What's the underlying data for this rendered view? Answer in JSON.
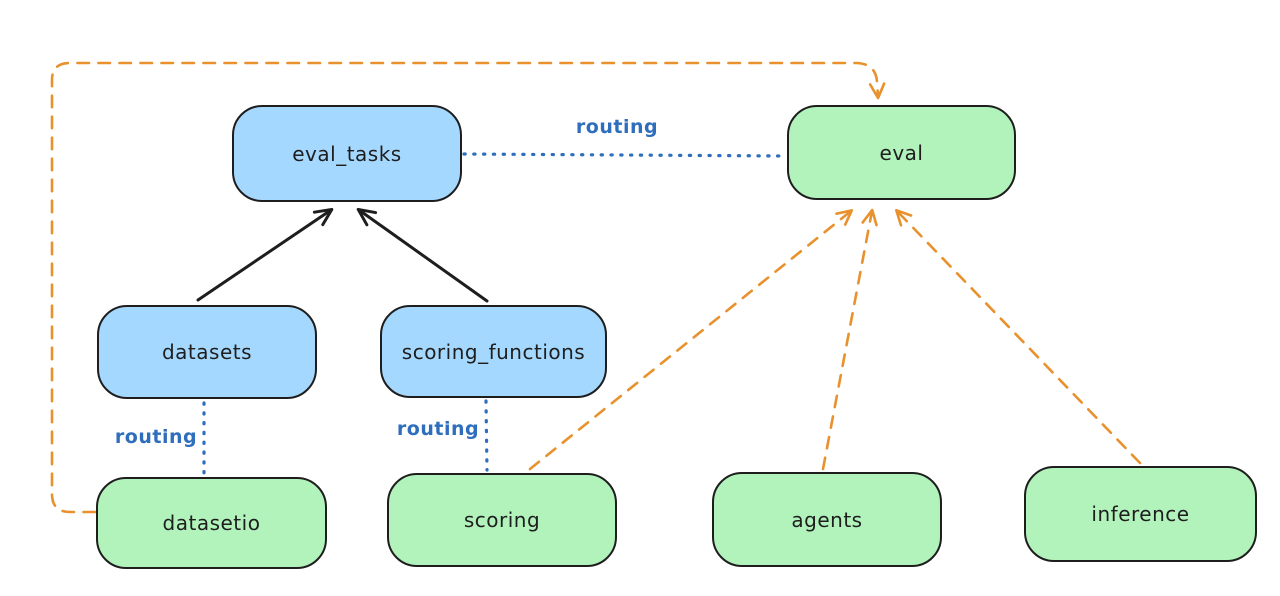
{
  "diagram": {
    "type": "flowchart",
    "nodes": [
      {
        "id": "eval_tasks",
        "label": "eval_tasks",
        "fill": "blue"
      },
      {
        "id": "eval",
        "label": "eval",
        "fill": "green"
      },
      {
        "id": "datasets",
        "label": "datasets",
        "fill": "blue"
      },
      {
        "id": "scoring_functions",
        "label": "scoring_functions",
        "fill": "blue"
      },
      {
        "id": "datasetio",
        "label": "datasetio",
        "fill": "green"
      },
      {
        "id": "scoring",
        "label": "scoring",
        "fill": "green"
      },
      {
        "id": "agents",
        "label": "agents",
        "fill": "green"
      },
      {
        "id": "inference",
        "label": "inference",
        "fill": "green"
      }
    ],
    "edges": [
      {
        "from": "datasets",
        "to": "eval_tasks",
        "style": "solid-black-arrow",
        "label": ""
      },
      {
        "from": "scoring_functions",
        "to": "eval_tasks",
        "style": "solid-black-arrow",
        "label": ""
      },
      {
        "from": "eval_tasks",
        "to": "eval",
        "style": "dotted-blue",
        "label": "routing"
      },
      {
        "from": "datasets",
        "to": "datasetio",
        "style": "dotted-blue",
        "label": "routing"
      },
      {
        "from": "scoring_functions",
        "to": "scoring",
        "style": "dotted-blue",
        "label": "routing"
      },
      {
        "from": "datasetio",
        "to": "eval",
        "style": "dashed-orange-arrow",
        "label": ""
      },
      {
        "from": "scoring",
        "to": "eval",
        "style": "dashed-orange-arrow",
        "label": ""
      },
      {
        "from": "agents",
        "to": "eval",
        "style": "dashed-orange-arrow",
        "label": ""
      },
      {
        "from": "inference",
        "to": "eval",
        "style": "dashed-orange-arrow",
        "label": ""
      }
    ],
    "edge_labels": [
      {
        "id": "routing-top",
        "text": "routing"
      },
      {
        "id": "routing-left",
        "text": "routing"
      },
      {
        "id": "routing-mid",
        "text": "routing"
      }
    ],
    "colors": {
      "background": "#ffffff",
      "blue_node_fill": "#a5d8ff",
      "green_node_fill": "#b2f2bb",
      "node_border": "#1e1e1e",
      "solid_arrow": "#1e1e1e",
      "routing_blue": "#2e6ebc",
      "dashed_orange": "#e8912d"
    }
  }
}
